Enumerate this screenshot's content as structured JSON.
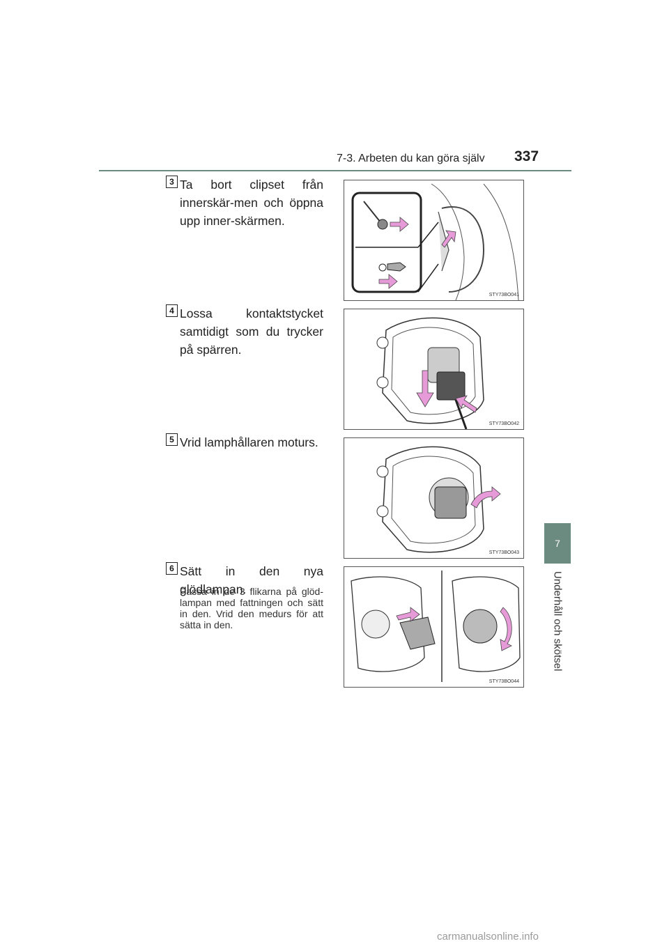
{
  "header": {
    "section_title": "7-3. Arbeten du kan göra själv",
    "page_number": "337"
  },
  "side_tab": {
    "chapter_number": "7",
    "chapter_label": "Underhåll och skötsel"
  },
  "steps": [
    {
      "number": "3",
      "text": "Ta bort clipset från innerskär-men och öppna upp inner-skärmen.",
      "figure_code": "STY73BO041"
    },
    {
      "number": "4",
      "text": "Lossa kontaktstycket samtidigt som du trycker på spärren.",
      "figure_code": "STY73BO042"
    },
    {
      "number": "5",
      "text": "Vrid lamphållaren moturs.",
      "figure_code": "STY73BO043"
    },
    {
      "number": "6",
      "text": "Sätt in den nya glödlampan.",
      "subtext": "Passa in de 3 flikarna på glöd-lampan med fattningen och sätt in den. Vrid den medurs för att sätta in den.",
      "figure_code": "STY73BO044"
    }
  ],
  "footer": {
    "watermark": "carmanualsonline.info"
  },
  "colors": {
    "accent": "#6b8a80",
    "arrow": "#e79ad8"
  }
}
